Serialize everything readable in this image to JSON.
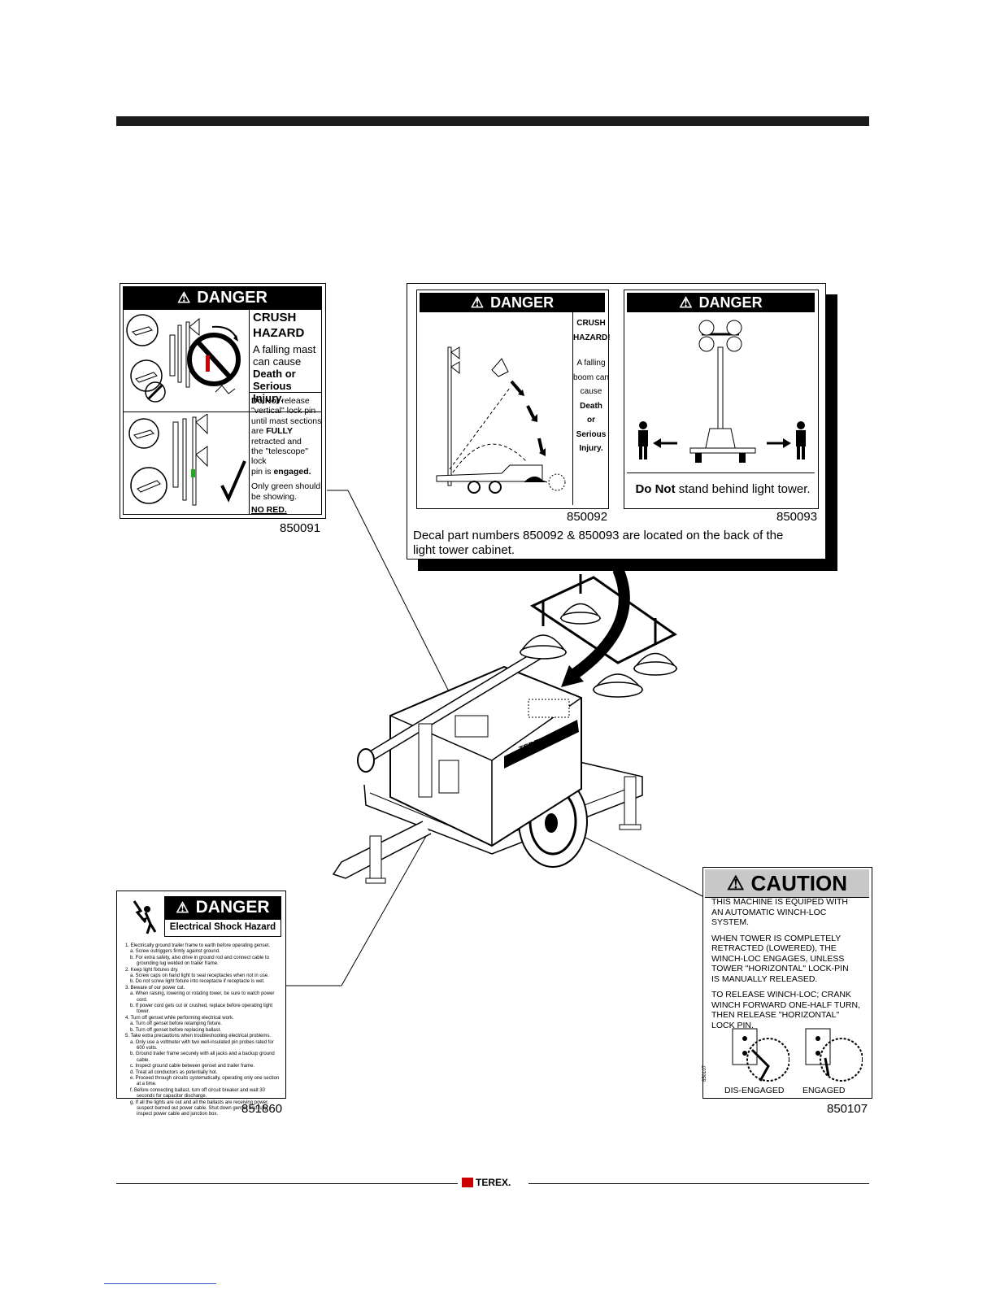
{
  "decal_850091": {
    "header": "DANGER",
    "title1": "CRUSH",
    "title2": "HAZARD",
    "line1": "A falling mast",
    "line2": "can cause",
    "line3": "Death or",
    "line4": "Serious Injury.",
    "donot": "Do Not",
    "instr1": " release",
    "instr2": "\"vertical\" lock pin",
    "instr3": "until mast sections",
    "instr4a": "are ",
    "instr4b": "FULLY",
    "instr5": "retracted and",
    "instr6": "the \"telescope\" lock",
    "instr7a": "pin is ",
    "instr7b": "engaged.",
    "green1": "Only green should",
    "green2": "be showing.",
    "nored": "NO RED.",
    "part": "850091"
  },
  "decal_850092": {
    "header": "DANGER",
    "l1": "CRUSH",
    "l2": "HAZARD!",
    "l3": "A falling",
    "l4": "boom can",
    "l5": "cause",
    "l6": "Death",
    "l7": "or",
    "l8": "Serious",
    "l9": "Injury.",
    "part": "850092"
  },
  "decal_850093": {
    "header": "DANGER",
    "donot": "Do Not",
    "rest": " stand behind light tower.",
    "part": "850093"
  },
  "note_back": {
    "line1": "Decal part numbers 850092 & 850093 are located on the back of the",
    "line2": "light tower cabinet."
  },
  "decal_851860": {
    "header": "DANGER",
    "subtitle": "Electrical Shock Hazard",
    "items": [
      "1. Electrically ground trailer frame to earth before operating genset.",
      "   a. Screw outriggers firmly against ground.",
      "   b. For extra safety, also drive in ground rod and connect cable to",
      "      grounding lug welded on trailer frame.",
      "2. Keep light fixtures dry.",
      "   a. Screw caps on hand light to seal receptacles when not in use.",
      "   b. Do not screw light fixture into receptacle if receptacle is wet.",
      "3. Beware of our power cut.",
      "   a. When raising, lowering or rotating tower, be sure to watch power",
      "      cord.",
      "   b. If power cord gets cut or crushed, replace before operating light",
      "      tower.",
      "4. Turn off genset while performing electrical work.",
      "   a. Turn off genset before relamping fixture.",
      "   b. Turn off genset before replacing ballast.",
      "5. Take extra precautions when troubleshooting electrical problems.",
      "   a. Only use a voltmeter with two well-insulated pin probes rated for",
      "      600 volts.",
      "   b. Ground trailer frame securely with all jacks and a backup ground",
      "      cable.",
      "   c. Inspect ground cable between genset and trailer frame.",
      "   d. Treat all conductors as potentially hot.",
      "   e. Proceed through circuits systematically, operating only one section",
      "      at a time.",
      "   f. Before connecting ballast, turn off circuit breaker and wait 30",
      "      seconds for capacitor discharge.",
      "   g. If all the lights are out and all the ballasts are receiving power,",
      "      suspect burned out power cable. Shut down genset and fully",
      "      inspect power cable and junction box."
    ],
    "part": "851860"
  },
  "decal_850107": {
    "header": "CAUTION",
    "p1": [
      "THIS MACHINE IS EQUIPED WITH",
      "AN AUTOMATIC WINCH-LOC",
      "SYSTEM."
    ],
    "p2": [
      "WHEN TOWER IS COMPLETELY",
      "RETRACTED (LOWERED), THE",
      "WINCH-LOC ENGAGES, UNLESS",
      "TOWER \"HORIZONTAL\" LOCK-PIN",
      "IS MANUALLY RELEASED."
    ],
    "p3": [
      "TO RELEASE WINCH-LOC; CRANK",
      "WINCH FORWARD ONE-HALF TURN,",
      "THEN RELEASE \"HORIZONTAL\"",
      "LOCK PIN."
    ],
    "disengaged": "DIS-ENGAGED",
    "engaged": "ENGAGED",
    "side_code": "850107",
    "part": "850107"
  },
  "machine": {
    "brand": "TEREX"
  },
  "footer": {
    "brand": "TEREX."
  }
}
